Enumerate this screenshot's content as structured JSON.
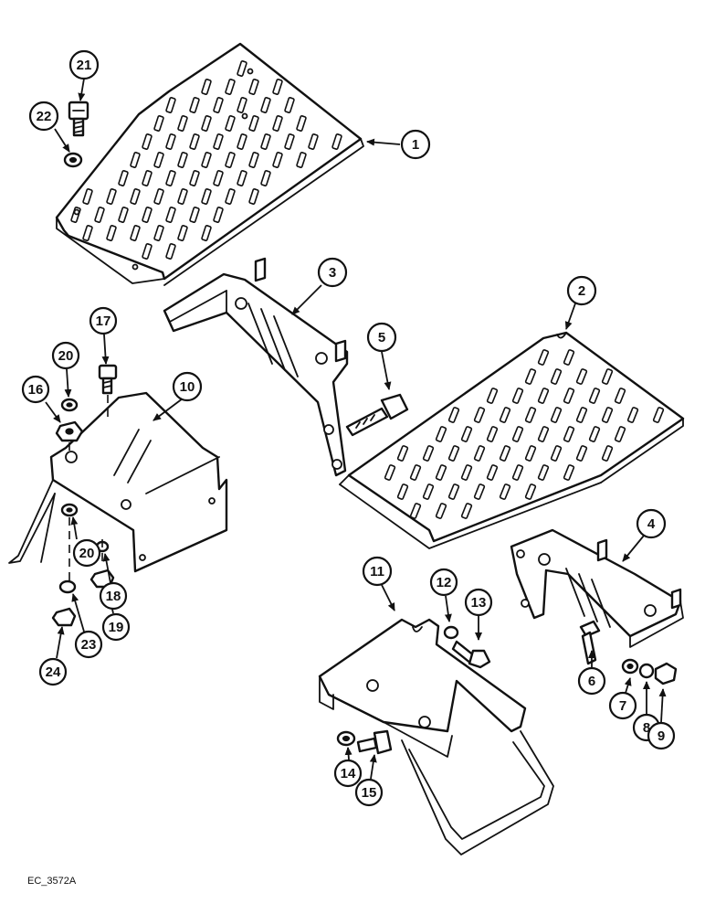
{
  "diagram": {
    "reference_code": "EC_3572A",
    "callouts": [
      "1",
      "2",
      "3",
      "4",
      "5",
      "6",
      "7",
      "8",
      "9",
      "10",
      "11",
      "12",
      "13",
      "14",
      "15",
      "16",
      "17",
      "18",
      "19",
      "20",
      "20",
      "21",
      "22",
      "23",
      "24"
    ]
  }
}
